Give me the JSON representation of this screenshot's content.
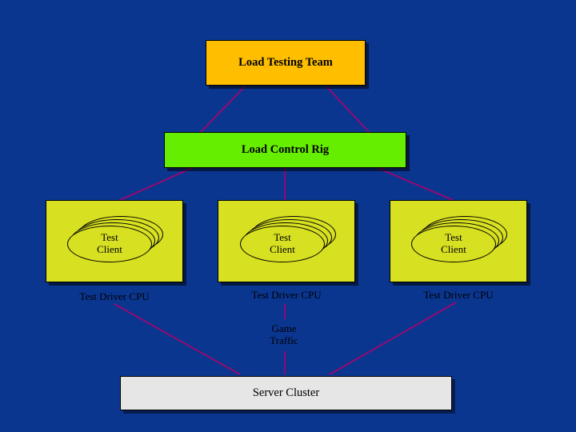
{
  "diagram": {
    "background_color": "#0b3690",
    "connector_color": "#b0006a",
    "title_node": {
      "label": "Load Testing Team",
      "color": "#ffbf00"
    },
    "control_node": {
      "label": "Load Control Rig",
      "color": "#66ee00"
    },
    "clients": [
      {
        "label_line1": "Test",
        "label_line2": "Client",
        "cpu_label": "Test Driver CPU",
        "color": "#d7e021"
      },
      {
        "label_line1": "Test",
        "label_line2": "Client",
        "cpu_label": "Test Driver CPU",
        "color": "#d7e021"
      },
      {
        "label_line1": "Test",
        "label_line2": "Client",
        "cpu_label": "Test Driver CPU",
        "color": "#d7e021"
      }
    ],
    "traffic_label": {
      "line1": "Game",
      "line2": "Traffic"
    },
    "server_node": {
      "label": "Server Cluster",
      "color": "#e6e6e6"
    }
  }
}
